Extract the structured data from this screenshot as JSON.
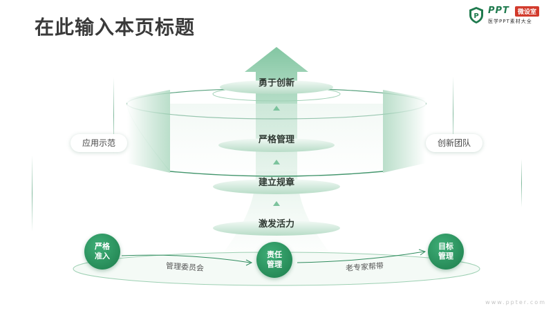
{
  "header": {
    "title": "在此输入本页标题"
  },
  "logo": {
    "brand": "PPT",
    "tag": "微设室",
    "subtitle": "医学PPT素材大全"
  },
  "diagram": {
    "stages": [
      "勇于创新",
      "严格管理",
      "建立规章",
      "激发活力"
    ],
    "left_pill": "应用示范",
    "right_pill": "创新团队",
    "flow": {
      "nodes": [
        {
          "line1": "严格",
          "line2": "准入"
        },
        {
          "line1": "责任",
          "line2": "管理"
        },
        {
          "line1": "目标",
          "line2": "管理"
        }
      ],
      "edges": [
        "管理委员会",
        "老专家帮带"
      ]
    },
    "colors": {
      "primary": "#1f7a4e",
      "light": "#d6ece0",
      "accent": "#d23a2c"
    }
  },
  "footer": {
    "watermark": "www.ppter.com"
  }
}
